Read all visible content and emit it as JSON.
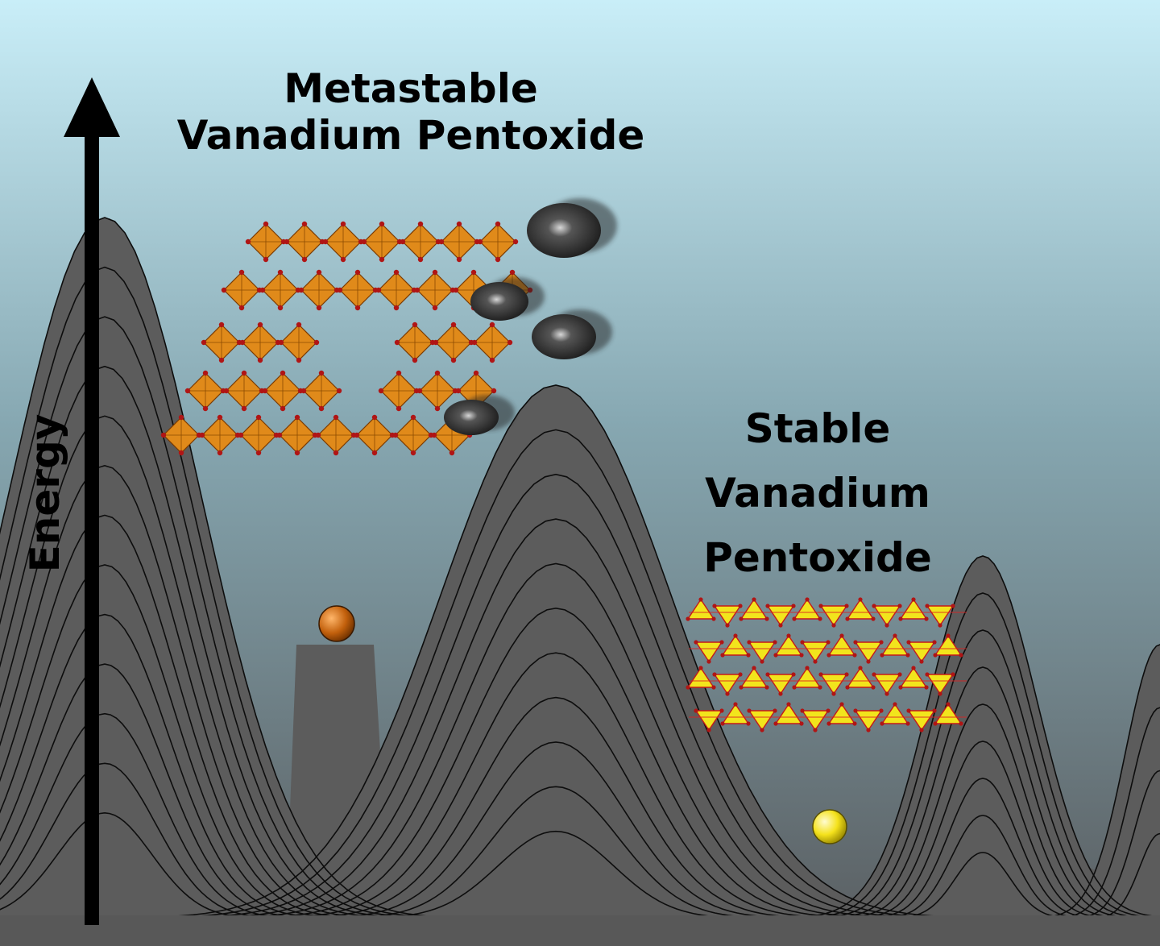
{
  "axis": {
    "label": "Energy"
  },
  "labels": {
    "metastable": [
      "Metastable",
      "Vanadium Pentoxide"
    ],
    "stable": [
      "Stable",
      "Vanadium",
      "Pentoxide"
    ]
  },
  "colors": {
    "sky_top": "#c8ecf7",
    "sky_bottom": "#5a5f63",
    "hills": "#5c5c5c",
    "ridge_lines": "#0d0d0d",
    "metastable_structure": "#e08a1a",
    "stable_structure": "#f2e51c",
    "oxygen_atom": "#b01515",
    "orange_ball": "#c2600c",
    "yellow_ball": "#f5e21c",
    "intercalant": "#2a2a2a"
  },
  "icons": [
    "energy-arrow-icon",
    "orange-ball-icon",
    "yellow-ball-icon",
    "intercalant-ion-icon"
  ]
}
